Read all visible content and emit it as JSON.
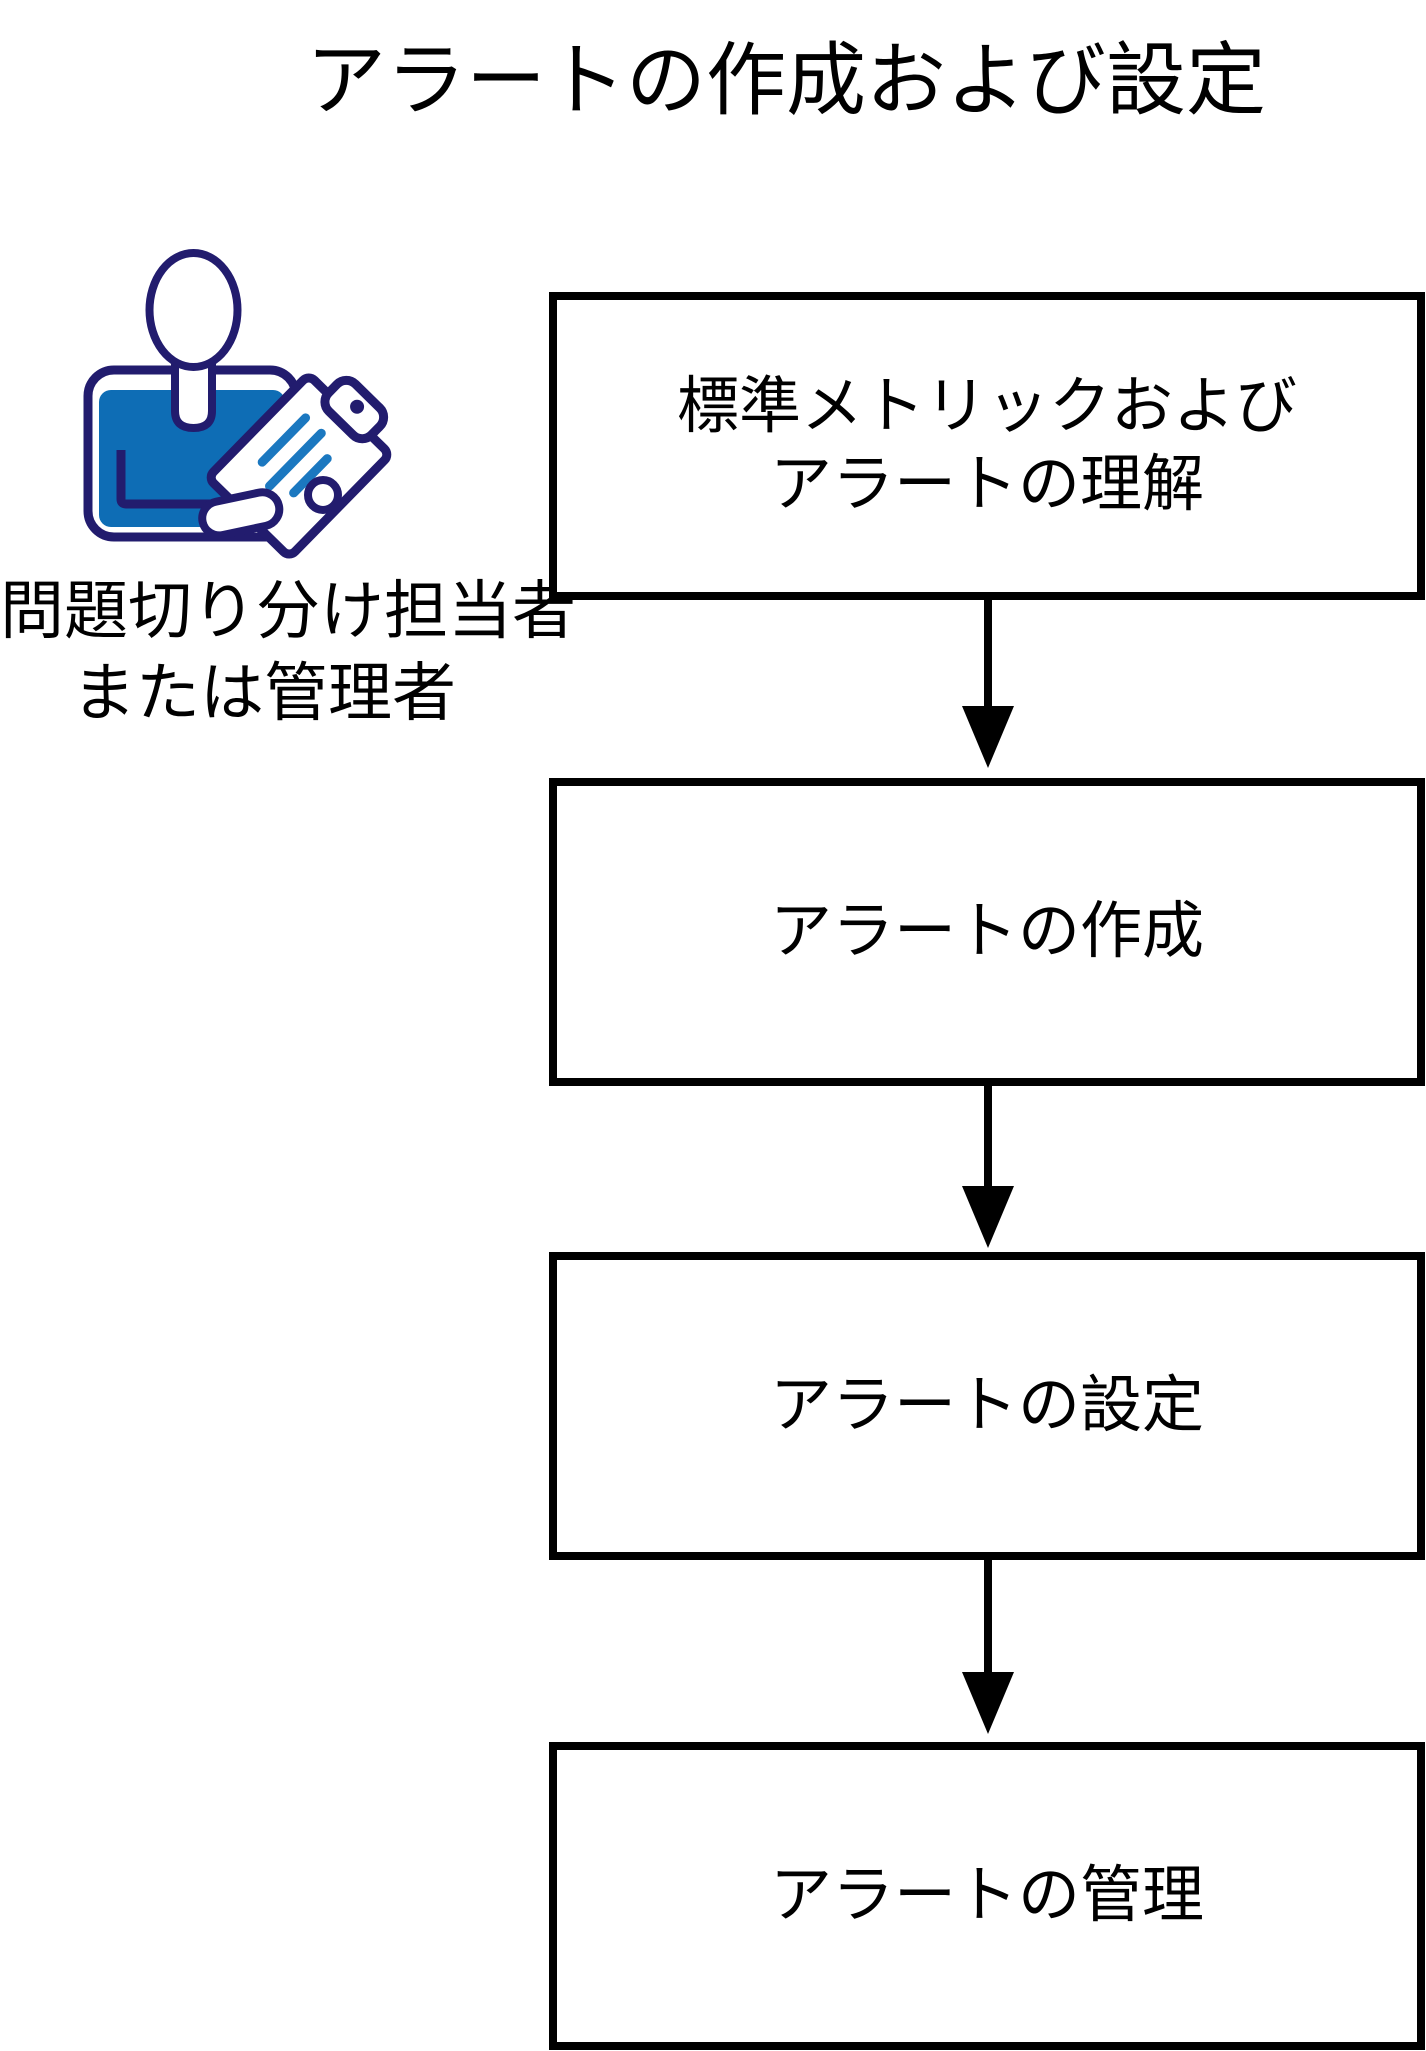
{
  "page": {
    "background": "#ffffff",
    "text_color": "#000000"
  },
  "title": "アラートの作成および設定",
  "actor": {
    "icon": "person-with-clipboard-icon",
    "label_lines": [
      "問題切り分け担当者",
      "または管理者"
    ],
    "colors": {
      "outline": "#221c6e",
      "shirt_fill": "#0e6db5",
      "clipboard_lines": "#1b78c0"
    }
  },
  "flow": {
    "direction": "top-to-bottom",
    "box_border_color": "#000000",
    "arrow_color": "#000000",
    "steps": [
      {
        "label_lines": [
          "標準メトリックおよび",
          "アラートの理解"
        ]
      },
      {
        "label_lines": [
          "アラートの作成"
        ]
      },
      {
        "label_lines": [
          "アラートの設定"
        ]
      },
      {
        "label_lines": [
          "アラートの管理"
        ]
      }
    ]
  }
}
